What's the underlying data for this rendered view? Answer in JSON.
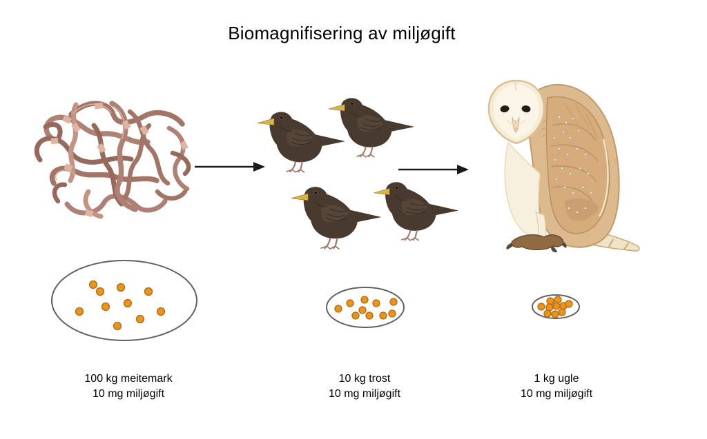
{
  "title": "Biomagnifisering av miljøgift",
  "colors": {
    "toxin_dot_fill": "#E8941E",
    "toxin_dot_stroke": "#AE6A10",
    "ellipse_stroke": "#616161",
    "arrow": "#1A1A1A",
    "worm_body": "#AF8174",
    "bird_body": "#483A2F",
    "bird_beak": "#D9B44C",
    "owl_body": "#DDB98E",
    "owl_face": "#F6ECD6"
  },
  "stages": [
    {
      "name": "meitemark",
      "organism_icon": "earthworms",
      "label_lines": [
        "100 kg meitemark",
        "10 mg miljøgift"
      ],
      "biomass": "100 kg",
      "toxin": "10 mg",
      "toxin_dots": {
        "count": 10,
        "radius": 5.5,
        "offsets": [
          [
            -45,
            -23
          ],
          [
            -35,
            -13
          ],
          [
            -5,
            -19
          ],
          [
            35,
            -13
          ],
          [
            -27,
            9
          ],
          [
            5,
            4
          ],
          [
            -65,
            16
          ],
          [
            53,
            16
          ],
          [
            23,
            27
          ],
          [
            -10,
            37
          ]
        ]
      },
      "ellipse": {
        "rx": 105,
        "ry": 58
      }
    },
    {
      "name": "trost",
      "organism_icon": "blackbirds",
      "organism_count": 4,
      "label_lines": [
        "10 kg trost",
        "10 mg miljøgift"
      ],
      "biomass": "10 kg",
      "toxin": "10 mg",
      "toxin_dots": {
        "count": 10,
        "radius": 5,
        "offsets": [
          [
            -22,
            -6
          ],
          [
            -1,
            -11
          ],
          [
            16,
            -6
          ],
          [
            41,
            -8
          ],
          [
            -39,
            2
          ],
          [
            -4,
            4
          ],
          [
            39,
            9
          ],
          [
            -14,
            12
          ],
          [
            6,
            12
          ],
          [
            26,
            12
          ]
        ]
      },
      "ellipse": {
        "rx": 56,
        "ry": 29
      }
    },
    {
      "name": "ugle",
      "organism_icon": "barn-owl",
      "label_lines": [
        "1 kg ugle",
        "10 mg miljøgift"
      ],
      "biomass": "1 kg",
      "toxin": "10 mg",
      "toxin_dots": {
        "count": 10,
        "radius": 5,
        "offsets": [
          [
            -8,
            -8
          ],
          [
            3,
            -10
          ],
          [
            -21,
            0
          ],
          [
            -9,
            1
          ],
          [
            1,
            -1
          ],
          [
            11,
            -1
          ],
          [
            19,
            -4
          ],
          [
            -12,
            10
          ],
          [
            -1,
            11
          ],
          [
            9,
            8
          ]
        ]
      },
      "ellipse": {
        "rx": 34,
        "ry": 17
      }
    }
  ],
  "arrows": [
    {
      "from": "meitemark",
      "to": "trost"
    },
    {
      "from": "trost",
      "to": "ugle"
    }
  ]
}
